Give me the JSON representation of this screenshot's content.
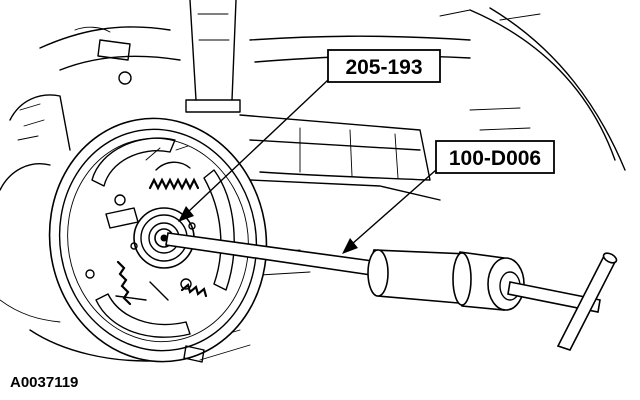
{
  "callouts": {
    "tool_a": "205-193",
    "tool_b": "100-D006"
  },
  "figure_id": "A0037119"
}
